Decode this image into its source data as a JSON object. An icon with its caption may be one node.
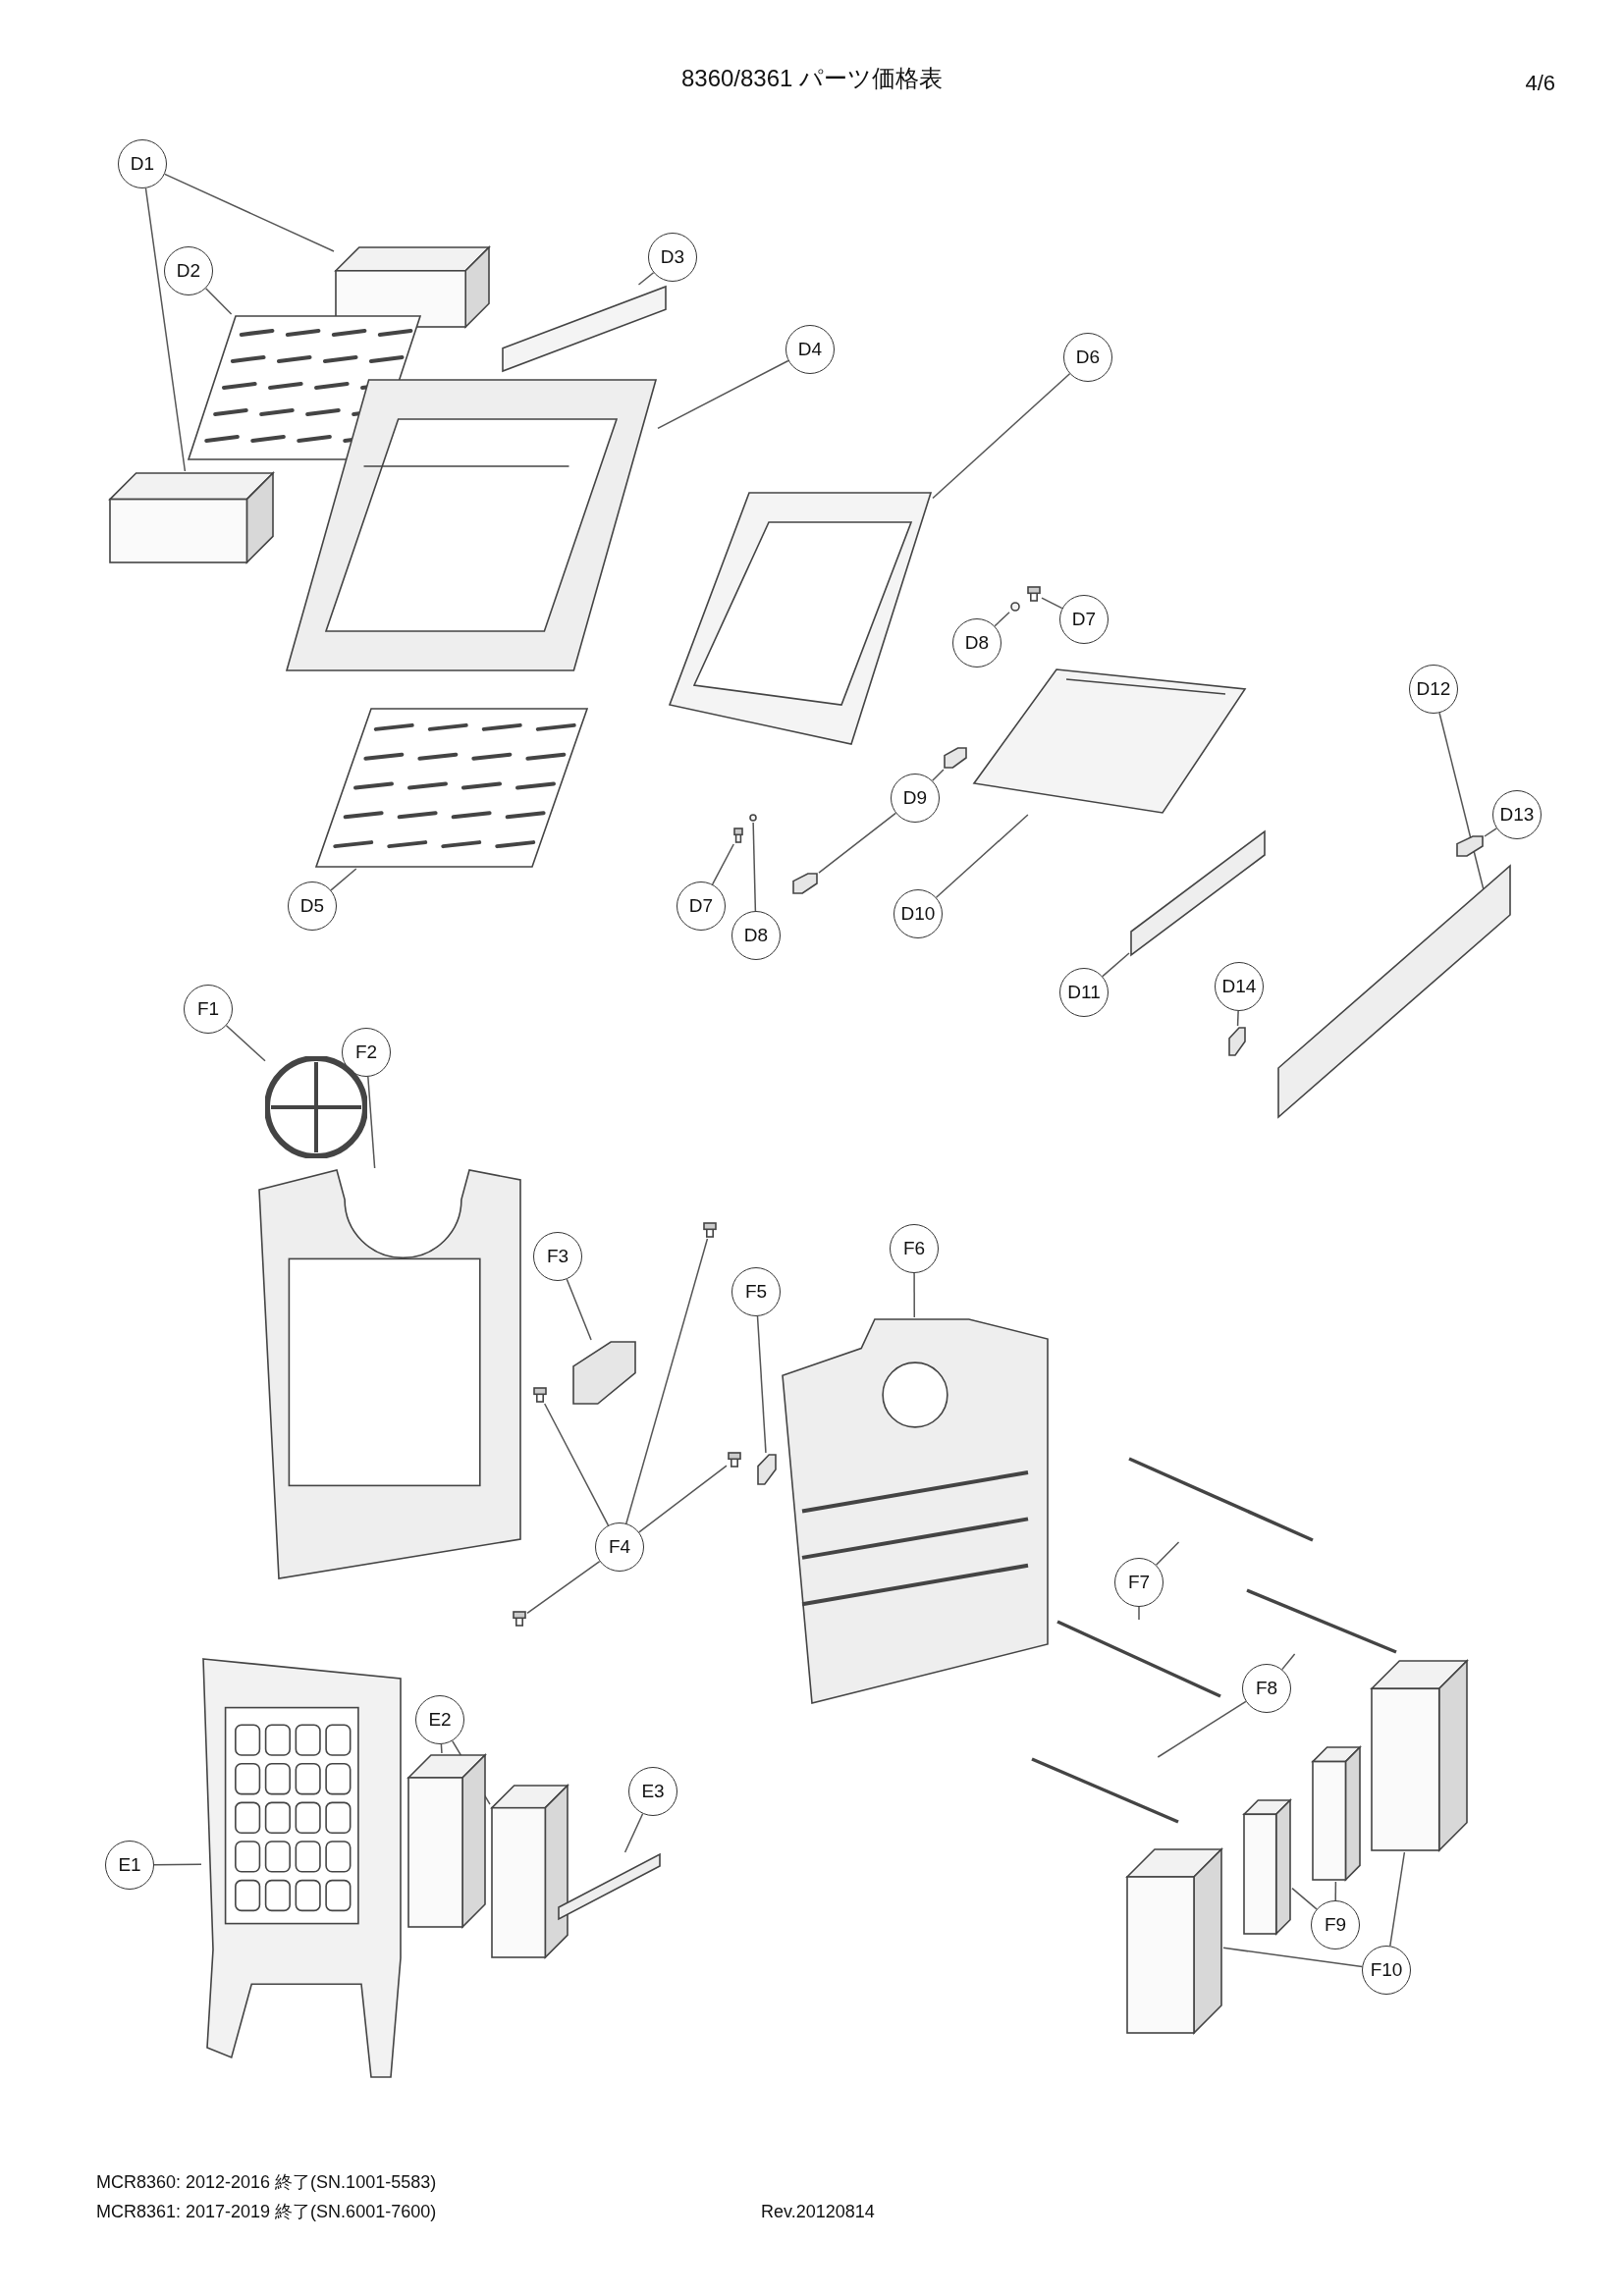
{
  "diagram": {
    "title": "8360/8361 パーツ価格表",
    "nodes": [
      {
        "text": [
          "D1"
        ]
      },
      {
        "text": [
          "D2"
        ]
      },
      {
        "text": [
          "D3"
        ]
      },
      {
        "text": [
          "D4"
        ]
      },
      {
        "text": [
          "D6"
        ]
      },
      {
        "text": [
          "D7"
        ]
      },
      {
        "text": [
          "D8"
        ]
      },
      {
        "text": [
          "D12"
        ]
      },
      {
        "text": [
          "D9"
        ]
      },
      {
        "text": [
          "D13"
        ]
      },
      {
        "text": [
          "D5"
        ]
      },
      {
        "text": [
          "D7"
        ]
      },
      {
        "text": [
          "D8"
        ]
      },
      {
        "text": [
          "D10"
        ]
      },
      {
        "text": [
          "D14"
        ]
      },
      {
        "text": [
          "D11"
        ]
      },
      {
        "text": [
          "F1"
        ]
      },
      {
        "text": [
          "F2"
        ]
      },
      {
        "text": [
          "F3"
        ]
      },
      {
        "text": [
          "F6"
        ]
      },
      {
        "text": [
          "F5"
        ]
      },
      {
        "text": [
          "F4"
        ]
      },
      {
        "text": [
          "F7"
        ]
      },
      {
        "text": [
          "F8"
        ]
      },
      {
        "text": [
          "E2"
        ]
      },
      {
        "text": [
          "E3"
        ]
      },
      {
        "text": [
          "E1"
        ]
      },
      {
        "text": [
          "F9"
        ]
      },
      {
        "text": [
          "F10"
        ]
      },
      {
        "text": [],
        "shape": "box"
      },
      {
        "text": [],
        "shape": "box"
      },
      {
        "text": [],
        "shape": "picture"
      },
      {
        "text": [],
        "shape": "bar"
      },
      {
        "text": [],
        "shape": "picture"
      },
      {
        "text": [],
        "shape": "picture"
      },
      {
        "text": [],
        "shape": "picture"
      },
      {
        "text": [],
        "shape": "circle"
      },
      {
        "text": [],
        "shape": "bar"
      },
      {
        "text": [],
        "shape": "box"
      },
      {
        "text": [],
        "shape": "box"
      },
      {
        "text": [],
        "shape": "box"
      },
      {
        "text": [],
        "shape": "picture"
      },
      {
        "text": [],
        "shape": "picture"
      },
      {
        "text": [],
        "shape": "circle"
      },
      {
        "text": [],
        "shape": "picture"
      },
      {
        "text": [],
        "shape": "box"
      },
      {
        "text": [],
        "shape": "bar"
      },
      {
        "text": [],
        "shape": "picture"
      },
      {
        "text": [],
        "shape": "picture"
      },
      {
        "text": [],
        "shape": "box"
      },
      {
        "text": [],
        "shape": "picture"
      },
      {
        "text": [],
        "shape": "box"
      },
      {
        "text": [],
        "shape": "picture"
      },
      {
        "text": [],
        "shape": "picture"
      },
      {
        "text": [],
        "shape": "picture"
      },
      {
        "text": [],
        "shape": "picture"
      },
      {
        "text": [],
        "shape": "bar"
      },
      {
        "text": [],
        "shape": "bar"
      },
      {
        "text": [],
        "shape": "bar"
      },
      {
        "text": [],
        "shape": "bar"
      },
      {
        "text": [],
        "shape": "picture"
      },
      {
        "text": [],
        "shape": "box"
      },
      {
        "text": [],
        "shape": "box"
      },
      {
        "text": [],
        "shape": "bar"
      },
      {
        "text": [],
        "shape": "box"
      },
      {
        "text": [],
        "shape": "box"
      },
      {
        "text": [],
        "shape": "box"
      },
      {
        "text": [],
        "shape": "box"
      }
    ],
    "edges": [
      {
        "from": 0,
        "to": 29,
        "arrow": "none"
      },
      {
        "from": 0,
        "to": 30,
        "arrow": "none"
      },
      {
        "from": 1,
        "to": 31,
        "arrow": "none"
      },
      {
        "from": 2,
        "to": 32,
        "arrow": "none"
      },
      {
        "from": 3,
        "to": 33,
        "arrow": "none"
      },
      {
        "from": 4,
        "to": 34,
        "arrow": "none"
      },
      {
        "from": 5,
        "to": 35,
        "arrow": "none"
      },
      {
        "from": 6,
        "to": 36,
        "arrow": "none"
      },
      {
        "from": 7,
        "to": 37,
        "arrow": "none"
      },
      {
        "from": 8,
        "to": 38,
        "arrow": "none"
      },
      {
        "from": 8,
        "to": 39,
        "arrow": "none"
      },
      {
        "from": 9,
        "to": 40,
        "arrow": "none"
      },
      {
        "from": 10,
        "to": 41,
        "arrow": "none"
      },
      {
        "from": 11,
        "to": 42,
        "arrow": "none"
      },
      {
        "from": 12,
        "to": 43,
        "arrow": "none"
      },
      {
        "from": 13,
        "to": 44,
        "arrow": "none"
      },
      {
        "from": 14,
        "to": 45,
        "arrow": "none"
      },
      {
        "from": 15,
        "to": 46,
        "arrow": "none"
      },
      {
        "from": 16,
        "to": 47,
        "arrow": "none"
      },
      {
        "from": 17,
        "to": 48,
        "arrow": "none"
      },
      {
        "from": 18,
        "to": 49,
        "arrow": "none"
      },
      {
        "from": 19,
        "to": 50,
        "arrow": "none"
      },
      {
        "from": 20,
        "to": 51,
        "arrow": "none"
      },
      {
        "from": 21,
        "to": 52,
        "arrow": "none"
      },
      {
        "from": 21,
        "to": 53,
        "arrow": "none"
      },
      {
        "from": 21,
        "to": 54,
        "arrow": "none"
      },
      {
        "from": 21,
        "to": 55,
        "arrow": "none"
      },
      {
        "from": 22,
        "to": 56,
        "arrow": "none"
      },
      {
        "from": 22,
        "to": 57,
        "arrow": "none"
      },
      {
        "from": 23,
        "to": 58,
        "arrow": "none"
      },
      {
        "from": 23,
        "to": 59,
        "arrow": "none"
      },
      {
        "from": 24,
        "to": 61,
        "arrow": "none"
      },
      {
        "from": 24,
        "to": 62,
        "arrow": "none"
      },
      {
        "from": 25,
        "to": 63,
        "arrow": "none"
      },
      {
        "from": 26,
        "to": 60,
        "arrow": "none"
      },
      {
        "from": 27,
        "to": 64,
        "arrow": "none"
      },
      {
        "from": 27,
        "to": 65,
        "arrow": "none"
      },
      {
        "from": 28,
        "to": 66,
        "arrow": "none"
      },
      {
        "from": 28,
        "to": 67,
        "arrow": "none"
      }
    ],
    "labels": [
      "4/6",
      "MCR8360: 2012-2016 終了(SN.1001-5583)",
      "MCR8361: 2017-2019 終了(SN.6001-7600)",
      "Rev.20120814"
    ]
  }
}
